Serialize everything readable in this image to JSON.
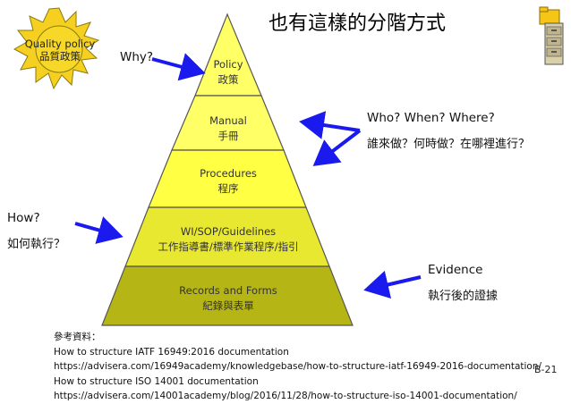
{
  "title": "也有這樣的分階方式",
  "sun": {
    "line1": "Quality policy",
    "line2": "品質政策"
  },
  "tiers": [
    {
      "en": "Policy",
      "zh": "政策",
      "color": "#ffff66"
    },
    {
      "en": "Manual",
      "zh": "手冊",
      "color": "#ffff66"
    },
    {
      "en": "Procedures",
      "zh": "程序",
      "color": "#ffff44"
    },
    {
      "en": "WI/SOP/Guidelines",
      "zh": "工作指導書/標準作業程序/指引",
      "color": "#e8e830"
    },
    {
      "en": "Records and Forms",
      "zh": "紀錄與表單",
      "color": "#b5b515"
    }
  ],
  "labels": {
    "why": "Why?",
    "who": "Who? When?  Where?",
    "who_zh": "誰來做？何時做？在哪裡進行？",
    "how": "How?",
    "how_zh": "如何執行？",
    "evidence": "Evidence",
    "evidence_zh": "執行後的證據"
  },
  "references": {
    "header": "參考資料：",
    "lines": [
      "How to structure IATF 16949:2016 documentation",
      "https://advisera.com/16949academy/knowledgebase/how-to-structure-iatf-16949-2016-documentation/",
      "How to structure ISO 14001 documentation",
      "https://advisera.com/14001academy/blog/2016/11/28/how-to-structure-iso-14001-documentation/"
    ]
  },
  "page_id": "B-21",
  "colors": {
    "arrow": "#1a1aee",
    "sun": "#f5d020",
    "outline": "#444444"
  }
}
